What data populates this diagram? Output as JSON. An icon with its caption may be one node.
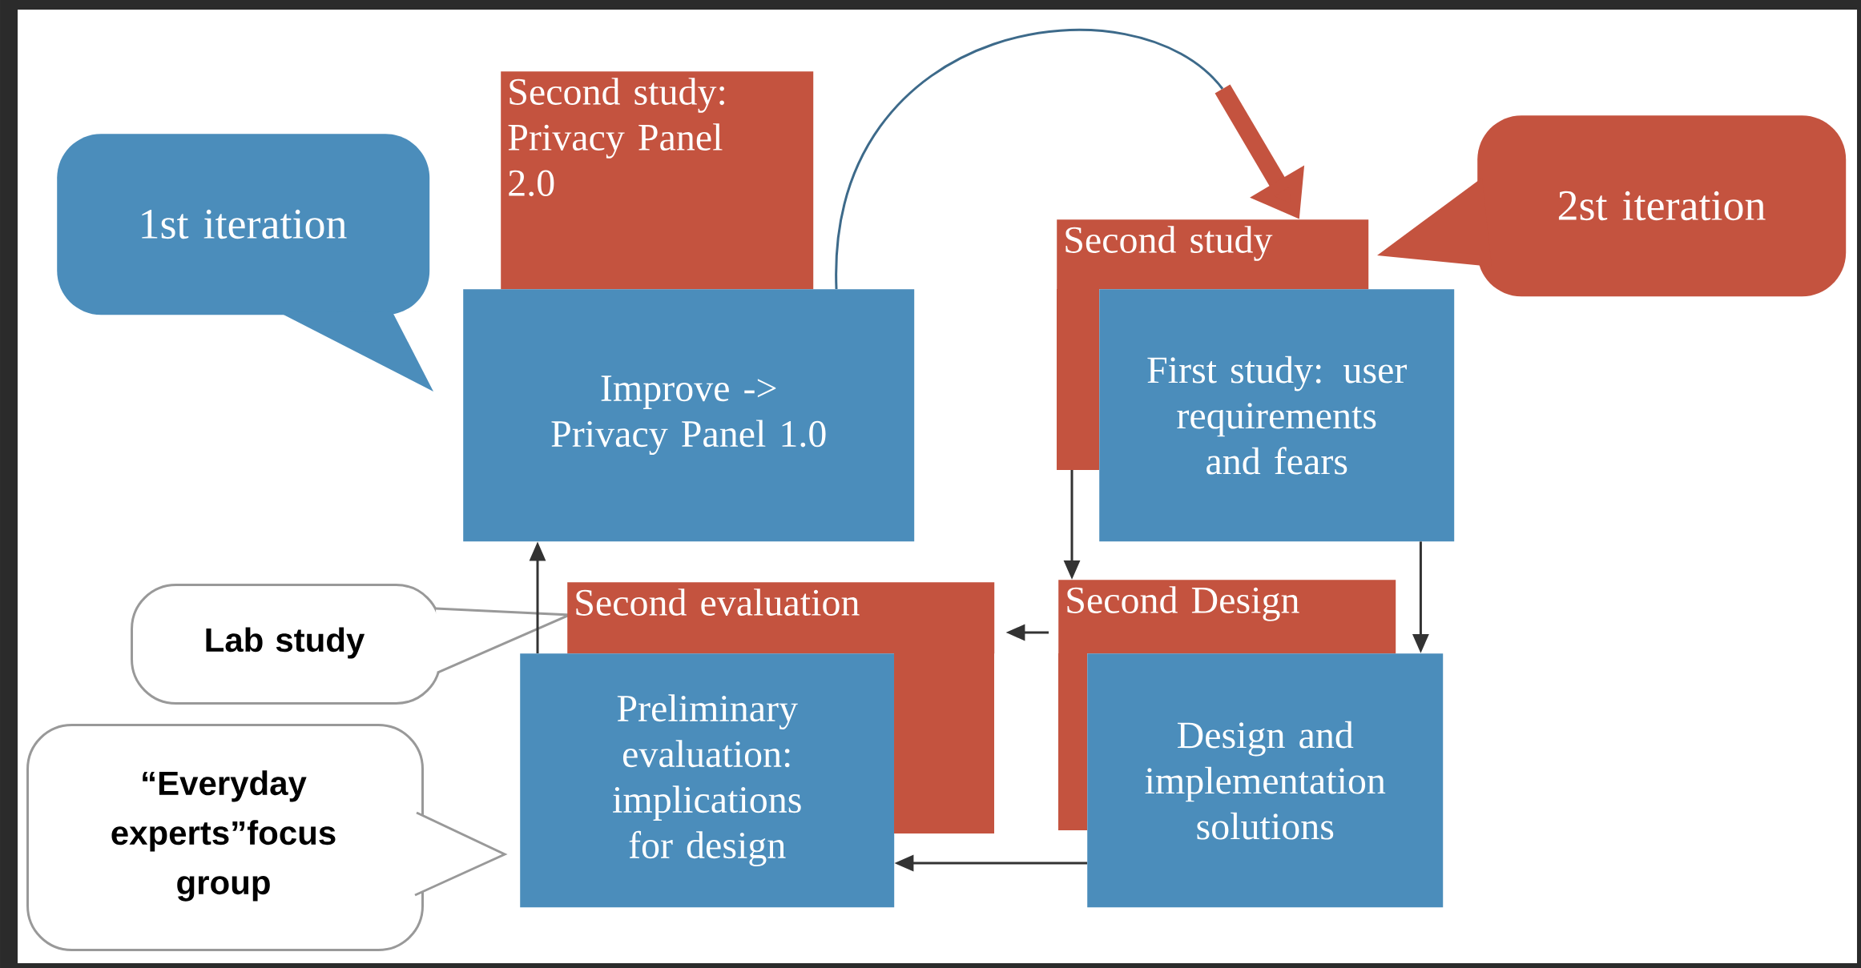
{
  "diagram": {
    "nodes": [
      {
        "text": [
          "1st iteration"
        ]
      },
      {
        "text": [
          "Second study: Privacy Panel 2.0"
        ]
      },
      {
        "text": [
          "Improve -> Privacy Panel 1.0"
        ]
      },
      {
        "text": [
          "Second study"
        ]
      },
      {
        "text": [
          "First study: user requirements and fears"
        ]
      },
      {
        "text": [
          "2st iteration"
        ]
      },
      {
        "text": [
          "Lab study"
        ]
      },
      {
        "text": [
          "Second evaluation"
        ]
      },
      {
        "text": [
          "Preliminary evaluation: implications for design"
        ]
      },
      {
        "text": [
          "Second Design"
        ]
      },
      {
        "text": [
          "Design and implementation solutions"
        ]
      },
      {
        "text": [
          "“Everyday experts”focus group"
        ]
      }
    ],
    "edges": [
      {
        "from": 2,
        "to": 3,
        "arrow": "to",
        "color": "#3d6a8a"
      },
      {
        "from": 3,
        "to": 9,
        "arrow": "to"
      },
      {
        "from": 4,
        "to": 10,
        "arrow": "to"
      },
      {
        "from": 9,
        "to": 7,
        "arrow": "to"
      },
      {
        "from": 10,
        "to": 8,
        "arrow": "to"
      },
      {
        "from": 8,
        "to": 2,
        "arrow": "to"
      }
    ]
  }
}
